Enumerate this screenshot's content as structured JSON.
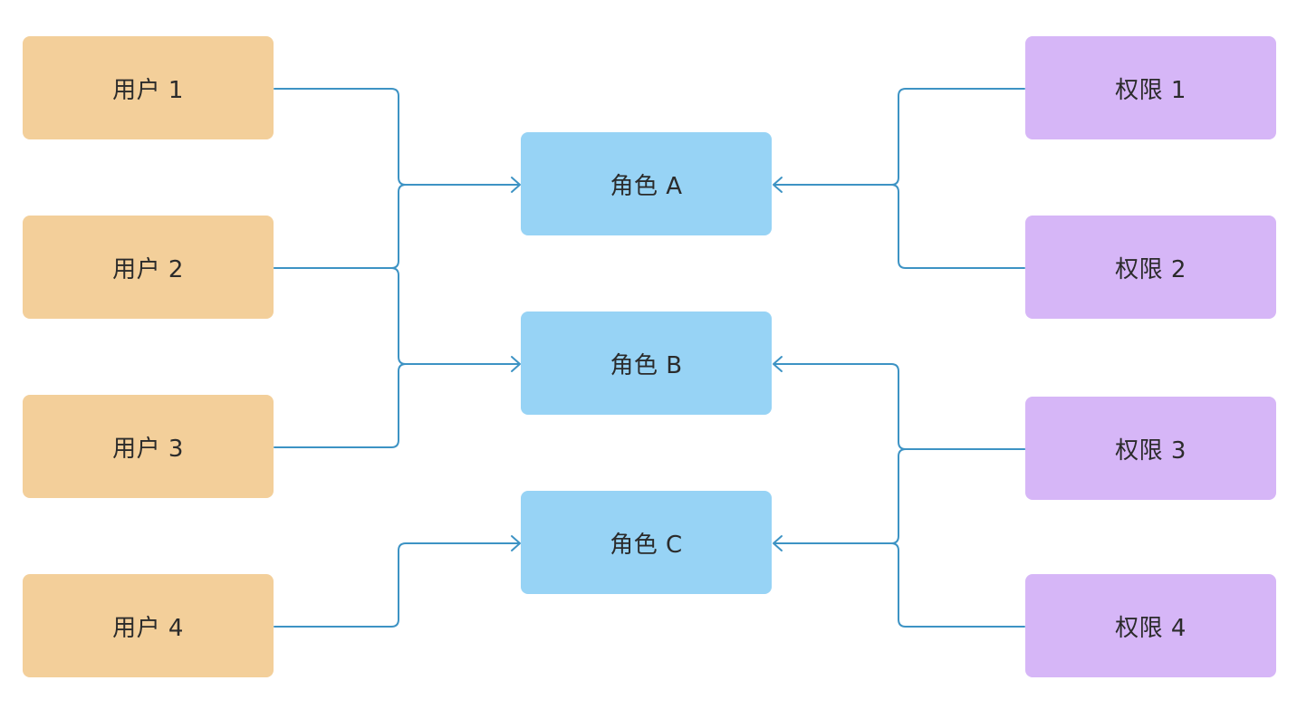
{
  "users": [
    {
      "label": "用户 1"
    },
    {
      "label": "用户 2"
    },
    {
      "label": "用户 3"
    },
    {
      "label": "用户 4"
    }
  ],
  "roles": [
    {
      "label": "角色 A"
    },
    {
      "label": "角色 B"
    },
    {
      "label": "角色 C"
    }
  ],
  "permissions": [
    {
      "label": "权限 1"
    },
    {
      "label": "权限 2"
    },
    {
      "label": "权限 3"
    },
    {
      "label": "权限 4"
    }
  ],
  "links": {
    "user_to_role": [
      {
        "from": "用户 1",
        "to": "角色 A"
      },
      {
        "from": "用户 2",
        "to": "角色 A"
      },
      {
        "from": "用户 2",
        "to": "角色 B"
      },
      {
        "from": "用户 3",
        "to": "角色 B"
      },
      {
        "from": "用户 4",
        "to": "角色 C"
      }
    ],
    "permission_to_role": [
      {
        "from": "权限 1",
        "to": "角色 A"
      },
      {
        "from": "权限 2",
        "to": "角色 A"
      },
      {
        "from": "权限 3",
        "to": "角色 B"
      },
      {
        "from": "权限 3",
        "to": "角色 C"
      },
      {
        "from": "权限 4",
        "to": "角色 C"
      }
    ]
  },
  "colors": {
    "user_fill": "#f3cf9a",
    "role_fill": "#97d3f5",
    "permission_fill": "#d6b6f7",
    "connector": "#3d93c4"
  }
}
